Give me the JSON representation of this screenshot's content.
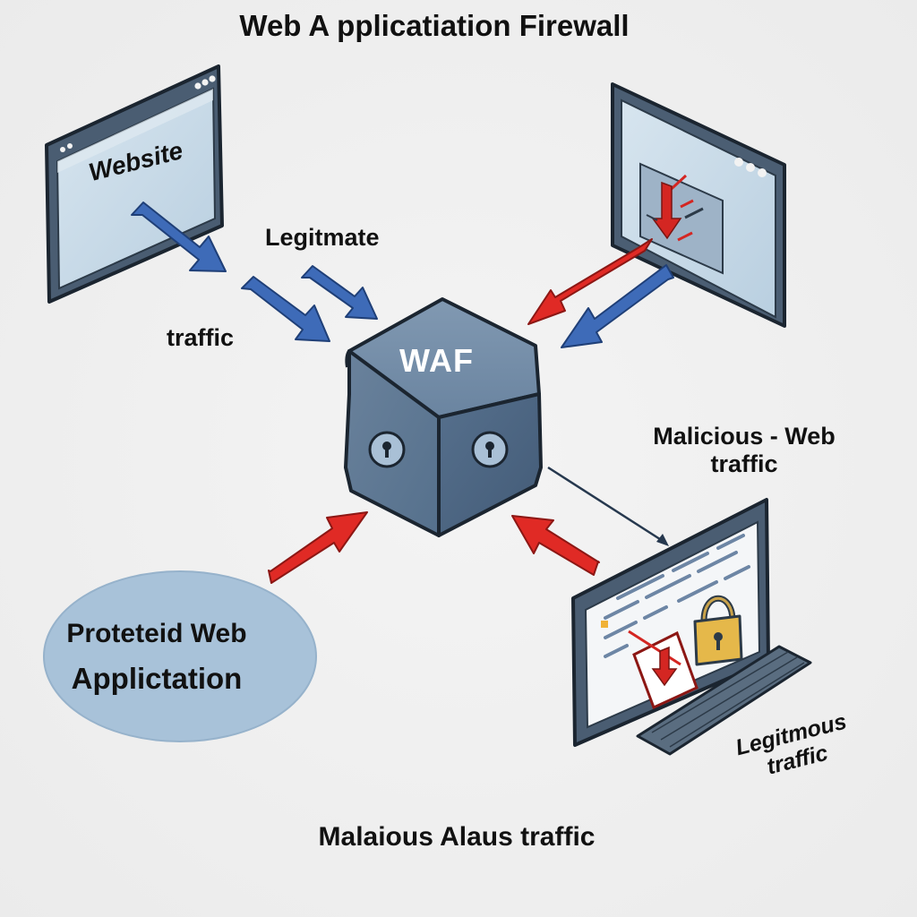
{
  "title": "Web A pplicatiation Firewall",
  "center": {
    "label": "WAF"
  },
  "website": {
    "label": "Website"
  },
  "labels": {
    "legitmate": "Legitmate",
    "traffic": "traffic",
    "malicious_web": "Malicious - Web traffic",
    "protected_line1": "Proteteid Web",
    "protected_line2": "Applictation",
    "legitmous": "Legitmous traffic",
    "malicious_bottom": "Malaious Alaus traffic"
  },
  "colors": {
    "legit_arrow": "#3e6bb8",
    "malicious_arrow": "#e02a25",
    "cube_front": "#5f7893",
    "cube_top": "#7690ab",
    "cube_side": "#4d6582",
    "screen": "#c7d9e6",
    "ellipse": "#a7c1d8"
  }
}
